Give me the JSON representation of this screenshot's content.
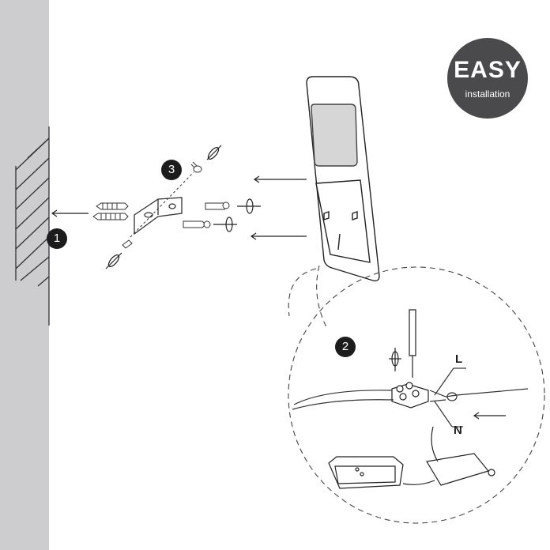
{
  "badge": {
    "title": "EASY",
    "subtitle": "installation"
  },
  "steps": [
    "1",
    "2",
    "3"
  ],
  "wire_labels": {
    "live": "L",
    "neutral": "N"
  },
  "colors": {
    "wall": "#cdcdcf",
    "badge": "#4a4a4d",
    "ink": "#1c1c1c"
  }
}
